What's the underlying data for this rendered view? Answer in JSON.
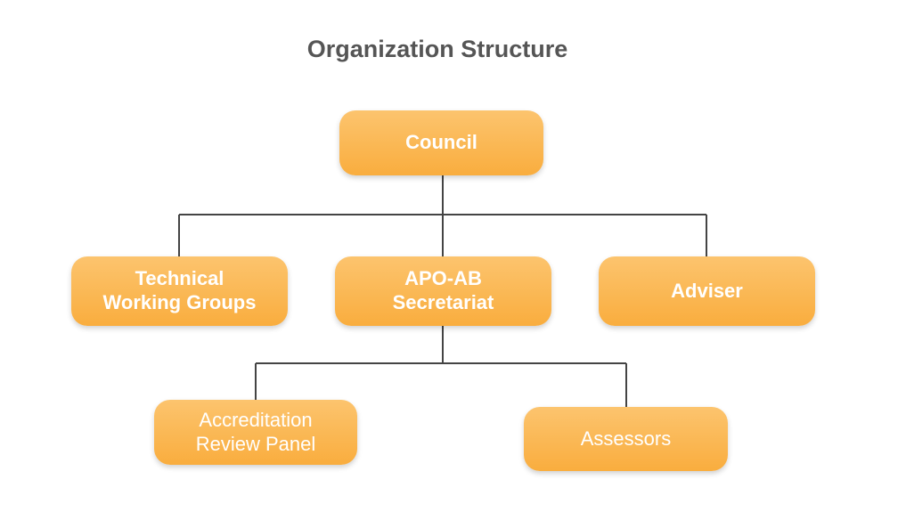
{
  "title": "Organization Structure",
  "colors": {
    "node_fill": "#f9ad3e",
    "node_text": "#ffffff",
    "connector": "#444444",
    "title_text": "#555555"
  },
  "nodes": {
    "council": "Council",
    "technical_working_groups": "Technical\nWorking Groups",
    "secretariat": "APO-AB\nSecretariat",
    "adviser": "Adviser",
    "accreditation_review_panel": "Accreditation\nReview Panel",
    "assessors": "Assessors"
  }
}
